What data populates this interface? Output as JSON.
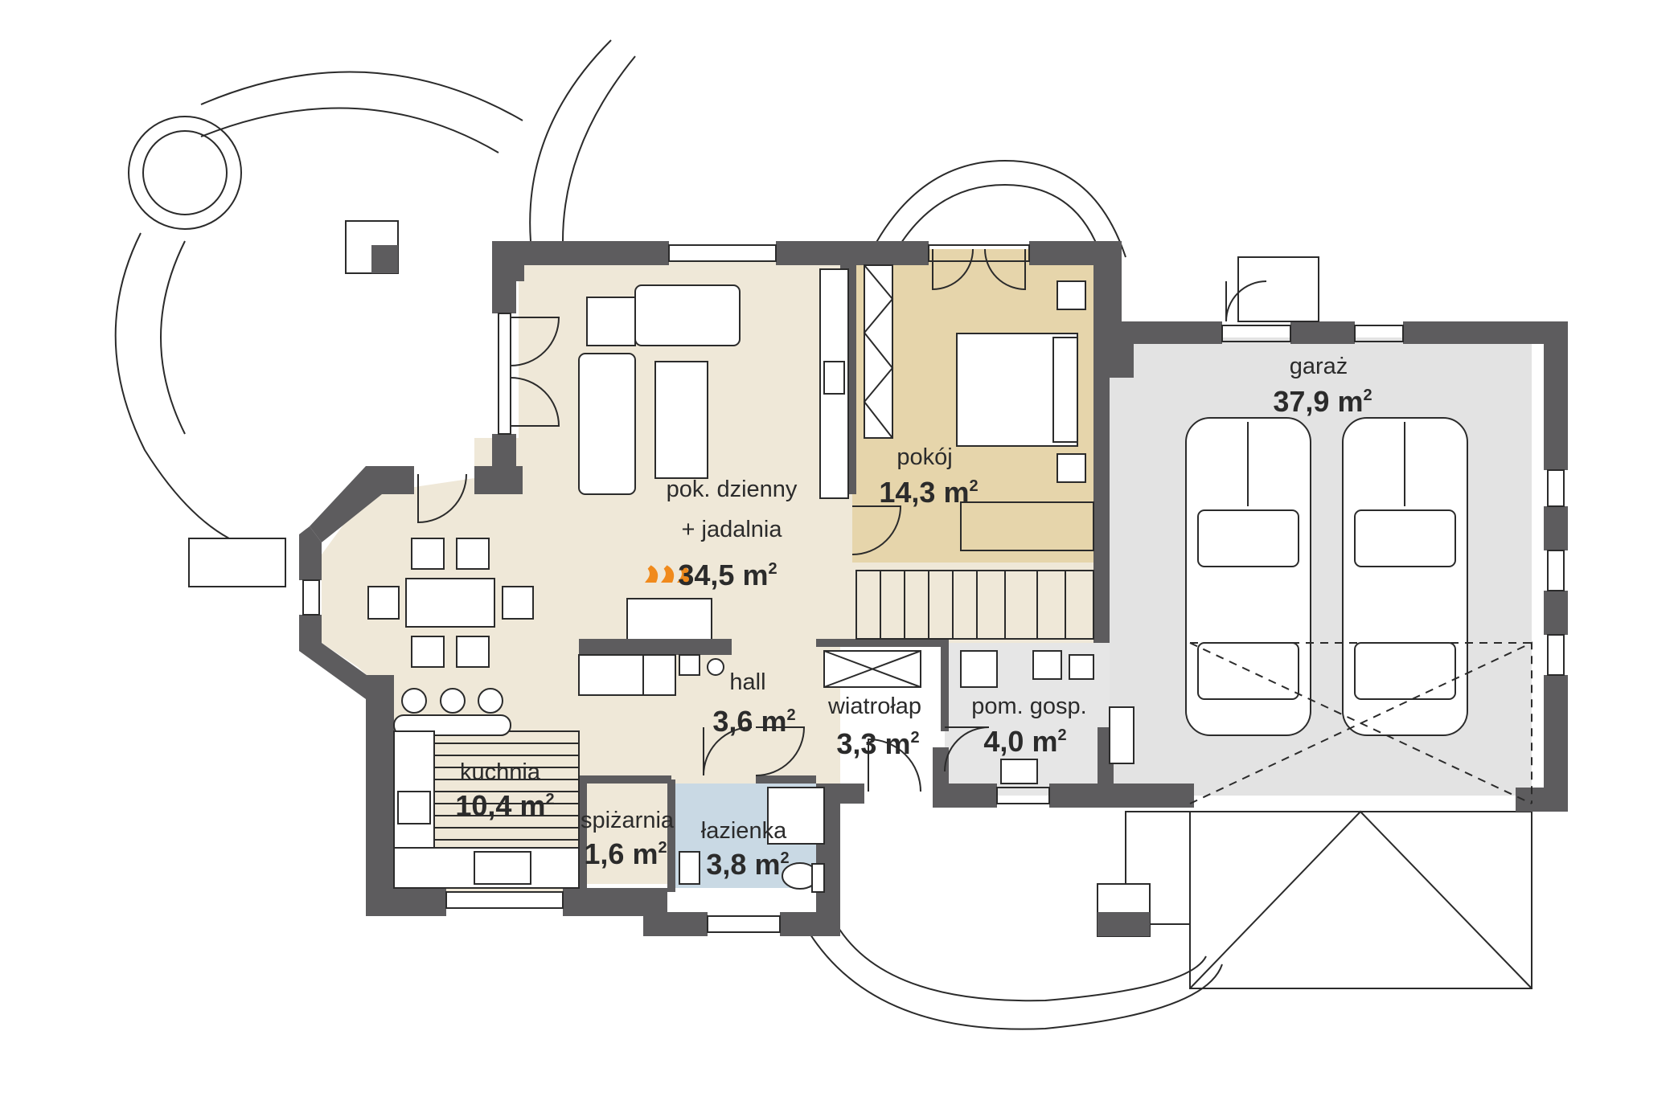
{
  "rooms": [
    {
      "id": "living",
      "name_lines": [
        "pok. dzienny",
        "+ jadalnia"
      ],
      "area": "34,5",
      "unit": "m",
      "unit_sup": "2"
    },
    {
      "id": "bedroom",
      "name_lines": [
        "pokój"
      ],
      "area": "14,3",
      "unit": "m",
      "unit_sup": "2"
    },
    {
      "id": "garage",
      "name_lines": [
        "garaż"
      ],
      "area": "37,9",
      "unit": "m",
      "unit_sup": "2"
    },
    {
      "id": "hall",
      "name_lines": [
        "hall"
      ],
      "area": "3,6",
      "unit": "m",
      "unit_sup": "2"
    },
    {
      "id": "vestibule",
      "name_lines": [
        "wiatrołap"
      ],
      "area": "3,3",
      "unit": "m",
      "unit_sup": "2"
    },
    {
      "id": "utility",
      "name_lines": [
        "pom. gosp."
      ],
      "area": "4,0",
      "unit": "m",
      "unit_sup": "2"
    },
    {
      "id": "kitchen",
      "name_lines": [
        "kuchnia"
      ],
      "area": "10,4",
      "unit": "m",
      "unit_sup": "2"
    },
    {
      "id": "pantry",
      "name_lines": [
        "spiżarnia"
      ],
      "area": "1,6",
      "unit": "m",
      "unit_sup": "2"
    },
    {
      "id": "bathroom",
      "name_lines": [
        "łazienka"
      ],
      "area": "3,8",
      "unit": "m",
      "unit_sup": "2"
    }
  ],
  "colors": {
    "wall": "#5d5c5e",
    "living_floor": "#efe8d8",
    "bedroom_floor": "#e6d5ab",
    "garage_floor": "#e3e3e3",
    "utility_floor": "#e6e6e6",
    "bathroom_floor": "#c9d9e4",
    "fireplace_flame": "#f08a1c",
    "line": "#2b2b2b"
  }
}
